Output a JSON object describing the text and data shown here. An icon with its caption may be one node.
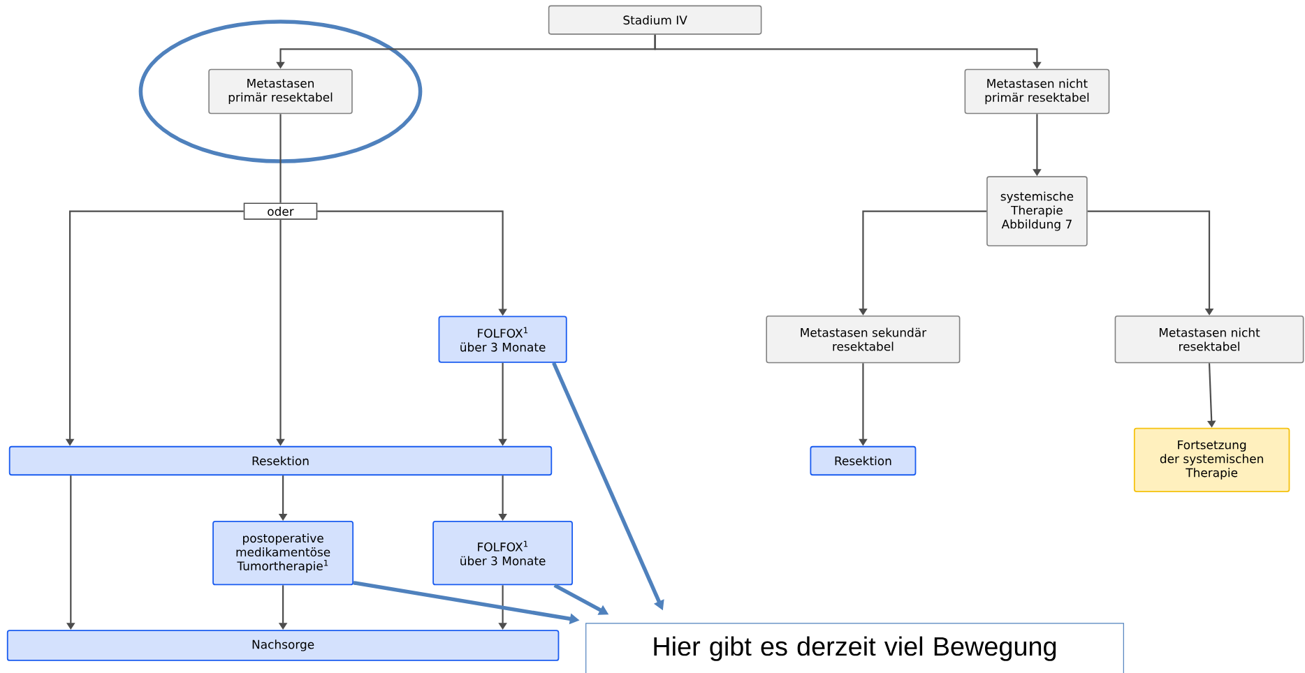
{
  "diagram": {
    "nodes": [
      {
        "text": [
          "Stadium IV"
        ]
      },
      {
        "text": [
          "Metastasen primär resektabel"
        ]
      },
      {
        "text": [
          "Metastasen nicht primär resektabel"
        ]
      },
      {
        "text": [
          "oder"
        ]
      },
      {
        "text": [
          "systemische Therapie Abbildung 7"
        ]
      },
      {
        "text": [
          "FOLFOX$^{1}$ über 3 Monate"
        ]
      },
      {
        "text": [
          "Metastasen sekundär resektabel"
        ]
      },
      {
        "text": [
          "Metastasen nicht resektabel"
        ]
      },
      {
        "text": [
          "Resektion"
        ]
      },
      {
        "text": [
          "Resektion"
        ]
      },
      {
        "text": [
          "Fortsetzung der systemischen Therapie"
        ]
      },
      {
        "text": [
          "postoperative medikamentöse Tumortherapie$^{1}$"
        ]
      },
      {
        "text": [
          "FOLFOX$^{1}$ über 3 Monate"
        ]
      },
      {
        "text": [
          "Nachsorge"
        ]
      },
      {
        "text": [
          "Hier gibt es derzeit viel Bewegung"
        ]
      }
    ],
    "edges": [
      {
        "from": 0,
        "to": 1,
        "arrow": "to"
      },
      {
        "from": 0,
        "to": 2,
        "arrow": "to"
      },
      {
        "from": 1,
        "to": 3,
        "arrow": "none"
      },
      {
        "from": 3,
        "to": 8,
        "arrow": "to"
      },
      {
        "from": 3,
        "to": 8,
        "arrow": "to"
      },
      {
        "from": 3,
        "to": 5,
        "arrow": "to"
      },
      {
        "from": 2,
        "to": 4,
        "arrow": "to"
      },
      {
        "from": 4,
        "to": 6,
        "arrow": "to"
      },
      {
        "from": 4,
        "to": 7,
        "arrow": "to"
      },
      {
        "from": 5,
        "to": 8,
        "arrow": "to"
      },
      {
        "from": 6,
        "to": 9,
        "arrow": "to"
      },
      {
        "from": 7,
        "to": 10,
        "arrow": "to"
      },
      {
        "from": 8,
        "to": 13,
        "arrow": "to"
      },
      {
        "from": 8,
        "to": 11,
        "arrow": "to"
      },
      {
        "from": 8,
        "to": 12,
        "arrow": "to"
      },
      {
        "from": 11,
        "to": 13,
        "arrow": "to"
      },
      {
        "from": 12,
        "to": 13,
        "arrow": "to"
      },
      {
        "from": 5,
        "to": 14,
        "arrow": "to",
        "style": "thick",
        "color": "#4f81bd"
      },
      {
        "from": 11,
        "to": 14,
        "arrow": "to",
        "style": "thick",
        "color": "#4f81bd"
      },
      {
        "from": 12,
        "to": 14,
        "arrow": "to",
        "style": "thick",
        "color": "#4f81bd"
      }
    ]
  }
}
